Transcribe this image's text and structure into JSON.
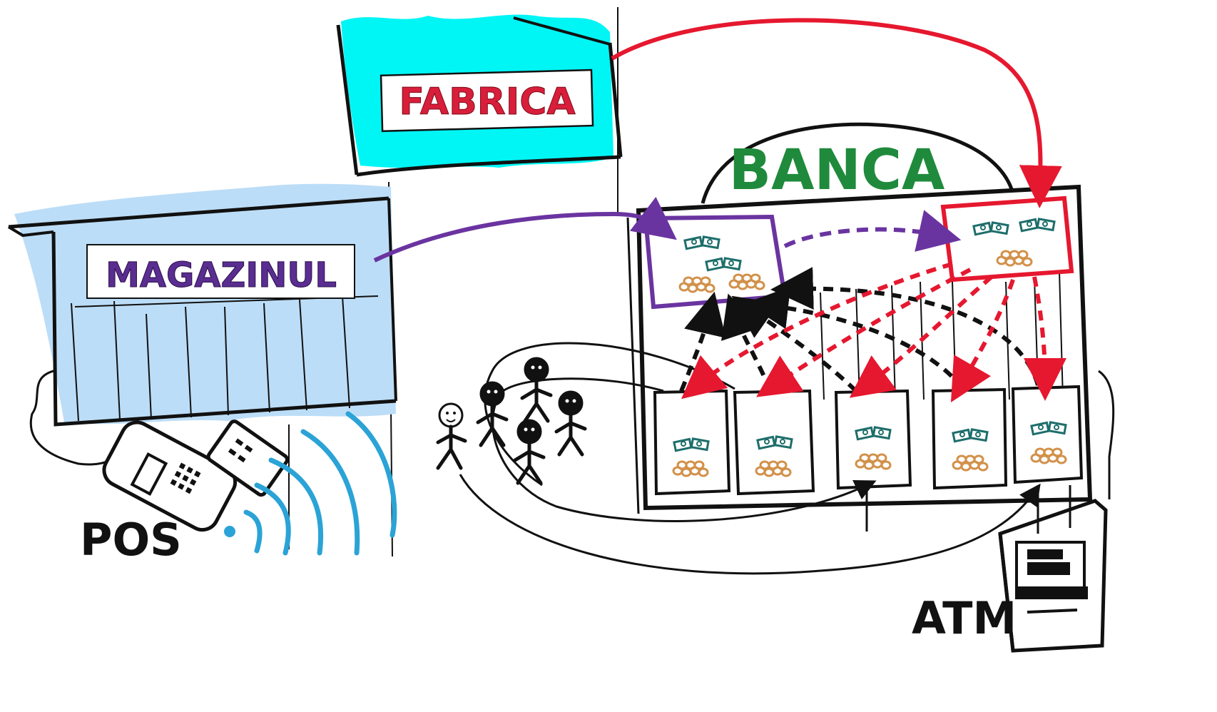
{
  "labels": {
    "factory": "FABRICA",
    "store": "MAGAZINUL",
    "bank": "BANCA",
    "pos": "POS",
    "atm": "ATM"
  },
  "colors": {
    "factory_fill": "#00F5F5",
    "factory_text": "#D81E3A",
    "store_fill": "#BCDDF7",
    "store_text": "#5A2D91",
    "bank_text": "#1F8A3B",
    "red_arrow": "#E5182F",
    "purple_arrow": "#6A34A0",
    "black_arrow": "#111111",
    "nfc_waves": "#2BA3D6",
    "money": "#1D6E6B",
    "coins": "#D2914A"
  },
  "icons": [
    "factory-building",
    "store-building",
    "bank-building",
    "pos-terminal",
    "card-icon",
    "nfc-waves-icon",
    "stick-figure",
    "atm-machine",
    "banknotes-icon",
    "coins-icon"
  ]
}
